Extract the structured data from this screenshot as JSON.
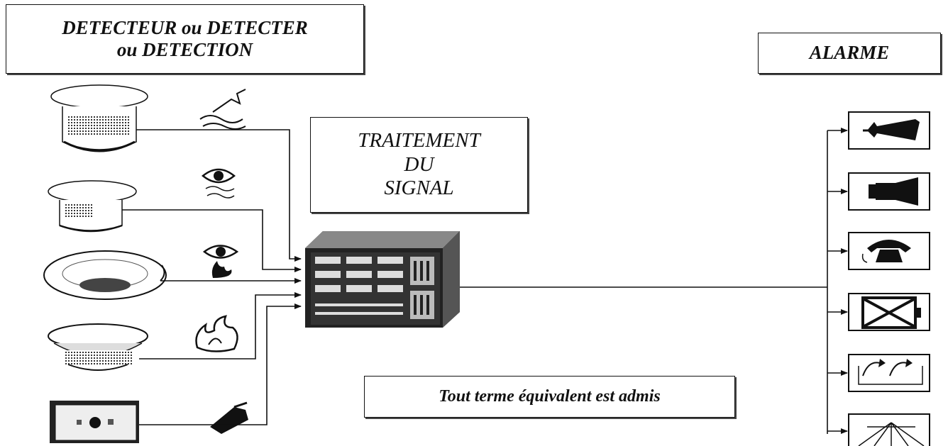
{
  "labels": {
    "detection_line1": "DETECTEUR ou DETECTER",
    "detection_line2": "ou DETECTION",
    "alarm": "ALARME",
    "processing_line1": "TRAITEMENT",
    "processing_line2": "DU",
    "processing_line3": "SIGNAL",
    "note": "Tout terme équivalent est admis"
  },
  "detectors": [
    {
      "type": "smoke-detector",
      "symbol": "smoke-icon"
    },
    {
      "type": "optical-detector",
      "symbol": "eye-smoke-icon"
    },
    {
      "type": "flame-detector",
      "symbol": "eye-flame-icon"
    },
    {
      "type": "heat-detector",
      "symbol": "flame-icon"
    },
    {
      "type": "manual-call-point",
      "symbol": "hand-icon"
    }
  ],
  "alarms": [
    {
      "type": "horn",
      "symbol": "horn-icon"
    },
    {
      "type": "sounder",
      "symbol": "sounder-icon"
    },
    {
      "type": "telephone",
      "symbol": "telephone-icon"
    },
    {
      "type": "door-release",
      "symbol": "door-icon"
    },
    {
      "type": "damper-release",
      "symbol": "damper-icon"
    },
    {
      "type": "sprinkler",
      "symbol": "sprinkler-icon"
    }
  ],
  "colors": {
    "ink": "#111111",
    "paper": "#ffffff",
    "shade": "#777777"
  }
}
